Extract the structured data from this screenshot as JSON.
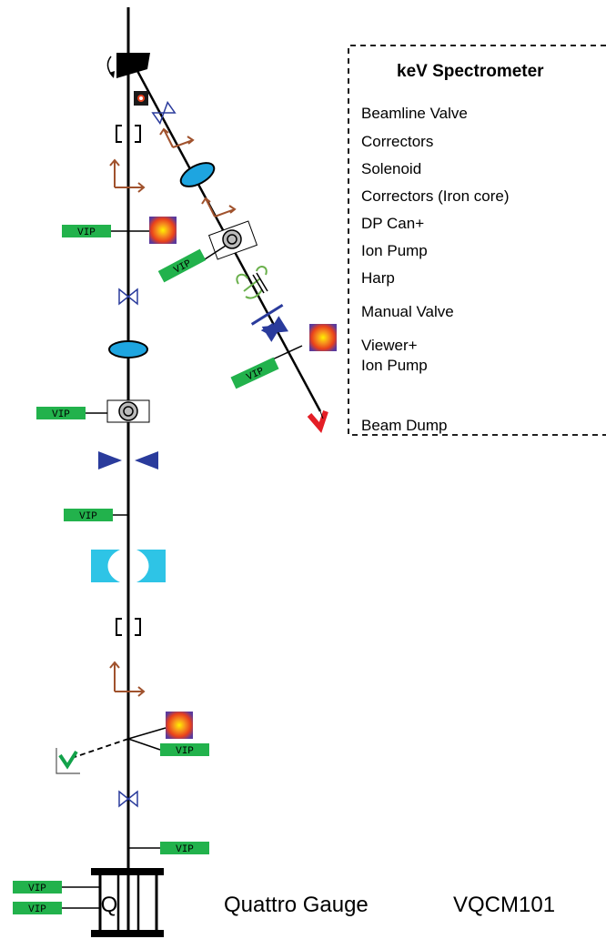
{
  "legend": {
    "title": "keV Spectrometer",
    "items": [
      {
        "id": "beamline-valve",
        "label": "Beamline Valve"
      },
      {
        "id": "correctors",
        "label": "Correctors"
      },
      {
        "id": "solenoid",
        "label": "Solenoid"
      },
      {
        "id": "correctors-iron",
        "label": "Correctors (Iron core)"
      },
      {
        "id": "dp-can",
        "label": "DP Can+"
      },
      {
        "id": "ion-pump-1",
        "label": "Ion Pump"
      },
      {
        "id": "harp",
        "label": "Harp"
      },
      {
        "id": "manual-valve",
        "label": "Manual Valve"
      },
      {
        "id": "viewer",
        "label": "Viewer+"
      },
      {
        "id": "ion-pump-2",
        "label": "Ion Pump"
      },
      {
        "id": "beam-dump",
        "label": "Beam Dump"
      }
    ]
  },
  "vip_label": "VIP",
  "gauge": {
    "symbol": "Q",
    "name": "Quattro Gauge",
    "id": "VQCM101"
  },
  "colors": {
    "vip_green": "#22b24c",
    "valve_blue": "#2a3b9c",
    "solenoid_cyan": "#1ea5e0",
    "corrector_brown": "#a0522d",
    "harp_green": "#6ab04c",
    "dump_red": "#e41e26",
    "quad_cyan": "#2ec4e6"
  }
}
